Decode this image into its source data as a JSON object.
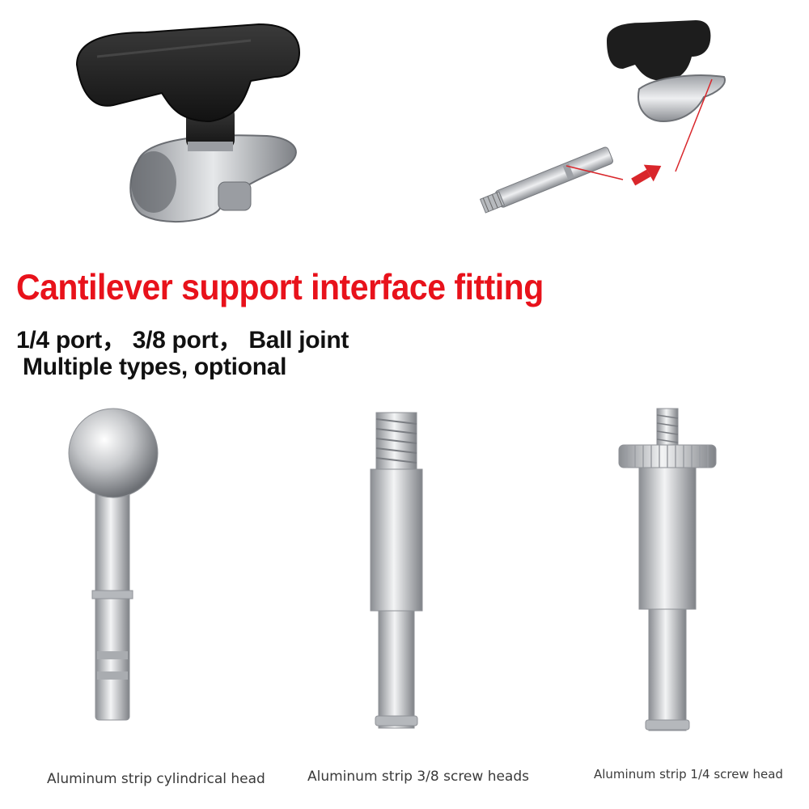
{
  "headline": "Cantilever support interface fitting",
  "features_line": "1/4 port， 3/8 port， Ball joint",
  "options_line": "Multiple types, optional",
  "products": [
    {
      "caption": "Aluminum strip cylindrical head"
    },
    {
      "caption": "Aluminum strip 3/8 screw heads"
    },
    {
      "caption": "Aluminum strip 1/4 screw head"
    }
  ],
  "colors": {
    "headline": "#e8121b",
    "text": "#111111",
    "knob": "#1c1c1c",
    "metal": "#c7c9cc",
    "arrow": "#d9262b"
  }
}
